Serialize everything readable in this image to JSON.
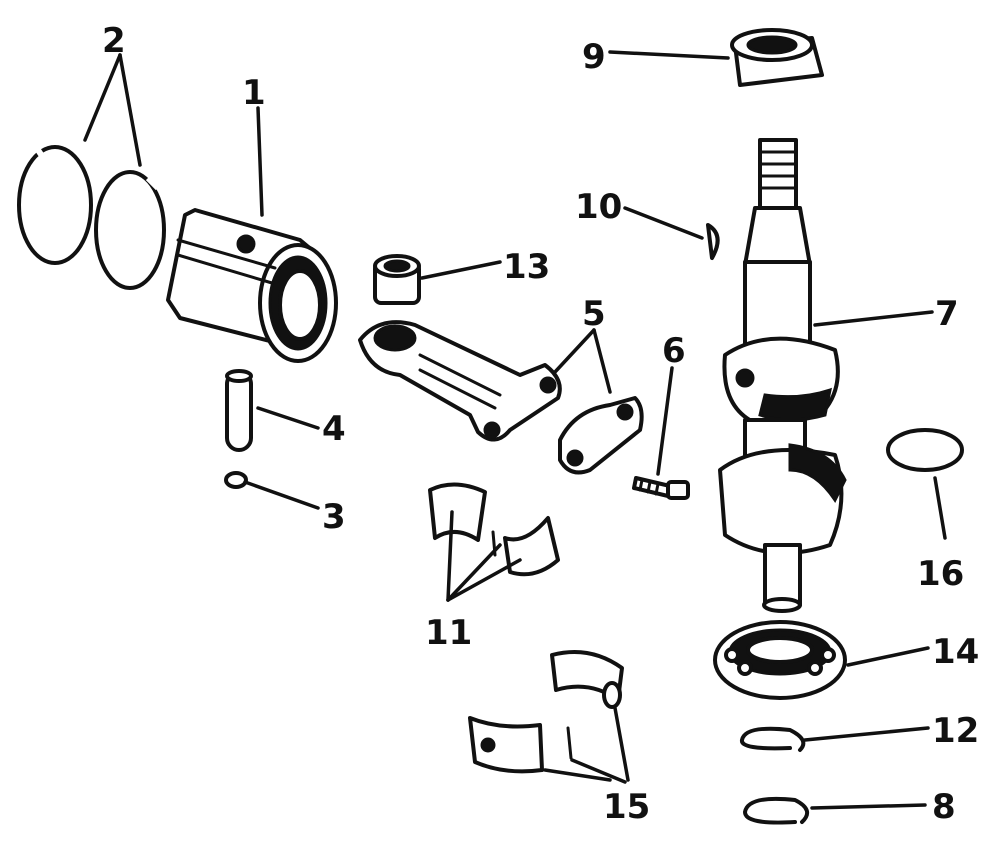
{
  "colors": {
    "ink": "#111111",
    "paper": "#ffffff"
  },
  "callouts": {
    "c1": "1",
    "c2": "2",
    "c3": "3",
    "c4": "4",
    "c5": "5",
    "c6": "6",
    "c7": "7",
    "c8": "8",
    "c9": "9",
    "c10": "10",
    "c11": "11",
    "c12": "12",
    "c13": "13",
    "c14": "14",
    "c15": "15",
    "c16": "16"
  }
}
